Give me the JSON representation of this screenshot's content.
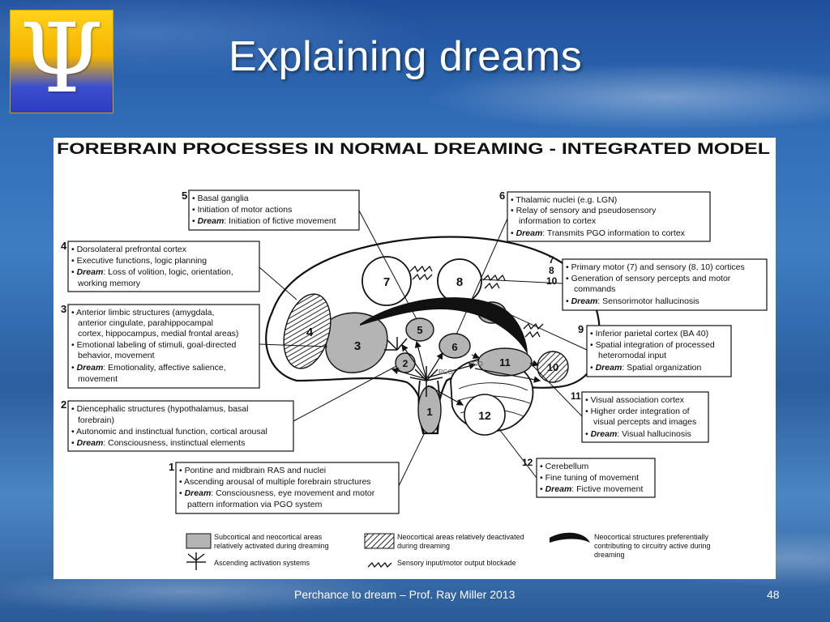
{
  "slide": {
    "title": "Explaining dreams",
    "logo_glyph": "Ψ",
    "footer": "Perchance to dream – Prof. Ray Miller 2013",
    "page_number": "48"
  },
  "diagram": {
    "heading": "FOREBRAIN PROCESSES IN NORMAL DREAMING - INTEGRATED MODEL",
    "brain_labels": [
      "7",
      "8",
      "9",
      "4",
      "3",
      "5",
      "6",
      "2",
      "11",
      "10",
      "1",
      "12"
    ],
    "pgo_labels": [
      "PGO",
      "PGO"
    ],
    "box5": {
      "num": "5",
      "lines": [
        "• Basal ganglia",
        "• Initiation of motor actions"
      ],
      "dream": "Dream",
      "dream_text": ":  Initiation of fictive movement"
    },
    "box6": {
      "num": "6",
      "lines": [
        "• Thalamic nuclei (e.g. LGN)",
        "• Relay of sensory and pseudosensory",
        "information to cortex"
      ],
      "dream": "Dream",
      "dream_text": ":  Transmits PGO information to cortex"
    },
    "box4": {
      "num": "4",
      "lines": [
        "• Dorsolateral prefrontal cortex",
        "• Executive functions, logic planning"
      ],
      "dream": "Dream",
      "dream_text": ":  Loss of volition, logic, orientation,",
      "extra": "working memory"
    },
    "box7": {
      "nums": [
        "7",
        "8",
        "10"
      ],
      "lines": [
        "• Primary motor (7) and sensory (8, 10) cortices",
        "• Generation of sensory percepts and motor",
        "commands"
      ],
      "dream": "Dream",
      "dream_text": ":  Sensorimotor hallucinosis"
    },
    "box3": {
      "num": "3",
      "lines": [
        "• Anterior limbic structures (amygdala,",
        "anterior cingulate, parahippocampal",
        "cortex, hippocampus, medial frontal areas)",
        "• Emotional labeling of stimuli, goal-directed",
        "behavior, movement"
      ],
      "dream": "Dream",
      "dream_text": ":  Emotionality, affective salience,",
      "extra": "movement"
    },
    "box9": {
      "num": "9",
      "lines": [
        "• Inferior parietal cortex (BA 40)",
        "• Spatial integration of processed",
        "heteromodal input"
      ],
      "dream": "Dream",
      "dream_text": ":  Spatial organization"
    },
    "box11": {
      "num": "11",
      "lines": [
        "• Visual association cortex",
        "• Higher order integration of",
        "visual percepts and images"
      ],
      "dream": "Dream",
      "dream_text": ":  Visual hallucinosis"
    },
    "box2": {
      "num": "2",
      "lines": [
        "• Diencephalic structures (hypothalamus, basal",
        "forebrain)",
        "• Autonomic and instinctual function, cortical arousal"
      ],
      "dream": "Dream",
      "dream_text": ":  Consciousness, instinctual elements"
    },
    "box1": {
      "num": "1",
      "lines": [
        "• Pontine and midbrain RAS and nuclei",
        "• Ascending arousal of multiple forebrain structures"
      ],
      "dream": "Dream",
      "dream_text": ":  Consciousness, eye movement and motor",
      "extra": "pattern information via PGO system"
    },
    "box12": {
      "num": "12",
      "lines": [
        "• Cerebellum",
        "• Fine tuning of movement"
      ],
      "dream": "Dream",
      "dream_text": ":  Fictive movement"
    },
    "legend": {
      "subcortical": [
        "Subcortical and neocortical areas",
        "relatively activated during dreaming"
      ],
      "deactivated": [
        "Neocortical areas relatively deactivated",
        "during dreaming"
      ],
      "preferential": [
        "Neocortical structures preferentially",
        "contributing to circuitry active during",
        "dreaming"
      ],
      "ascending": "Ascending activation systems",
      "blockade": "Sensory input/motor output blockade"
    }
  },
  "colors": {
    "activated_fill": "#b4b4b4",
    "ink": "#111111",
    "panel": "#ffffff"
  }
}
